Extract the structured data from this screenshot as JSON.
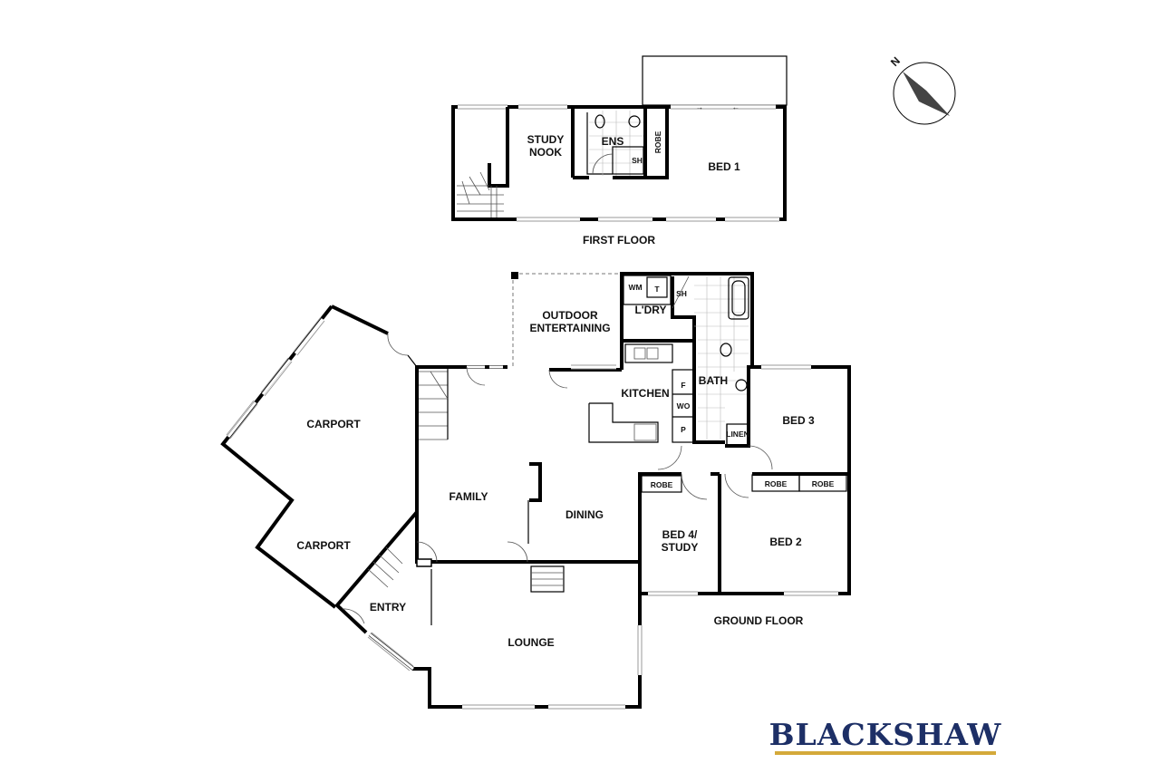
{
  "first_floor": {
    "floor_label": "FIRST FLOOR",
    "rooms": {
      "study_nook": [
        "STUDY",
        "NOOK"
      ],
      "ens": "ENS",
      "ens_shower": "SH",
      "robe": "ROBE",
      "bed1": "BED 1"
    }
  },
  "ground_floor": {
    "floor_label": "GROUND FLOOR",
    "rooms": {
      "outdoor": [
        "OUTDOOR",
        "ENTERTAINING"
      ],
      "wm": "WM",
      "t": "T",
      "sh": "SH",
      "ldry": "L'DRY",
      "kitchen": "KITCHEN",
      "f": "F",
      "wo": "WO",
      "p": "P",
      "bath": "BATH",
      "linen": "LINEN",
      "bed3": "BED 3",
      "carport_upper": "CARPORT",
      "carport_lower": "CARPORT",
      "family": "FAMILY",
      "dining": "DINING",
      "robe_bed4": "ROBE",
      "bed4": [
        "BED 4/",
        "STUDY"
      ],
      "robe_bed2a": "ROBE",
      "robe_bed2b": "ROBE",
      "bed2": "BED 2",
      "entry": "ENTRY",
      "lounge": "LOUNGE"
    }
  },
  "compass": {
    "direction_label": "N"
  },
  "brand": {
    "name": "BLACKSHAW",
    "color": "#1d2f66",
    "accent": "#d4a93a"
  }
}
